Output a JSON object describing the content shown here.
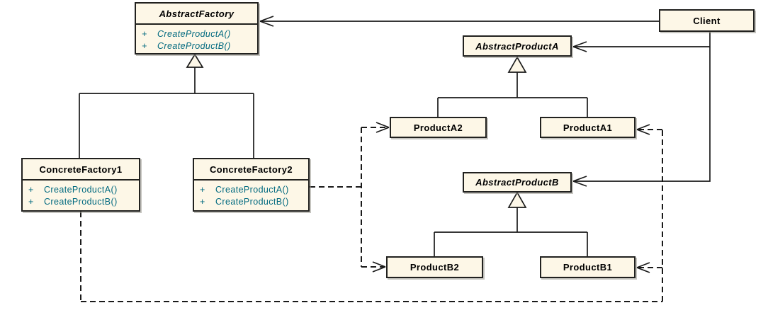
{
  "diagram": {
    "kind": "uml-class-diagram"
  },
  "classes": {
    "abstract_factory": {
      "name": "AbstractFactory",
      "abstract": true,
      "methods": [
        {
          "visibility": "+",
          "signature": "CreateProductA()"
        },
        {
          "visibility": "+",
          "signature": "CreateProductB()"
        }
      ]
    },
    "client": {
      "name": "Client"
    },
    "abstract_product_a": {
      "name": "AbstractProductA",
      "abstract": true
    },
    "product_a2": {
      "name": "ProductA2"
    },
    "product_a1": {
      "name": "ProductA1"
    },
    "abstract_product_b": {
      "name": "AbstractProductB",
      "abstract": true
    },
    "product_b2": {
      "name": "ProductB2"
    },
    "product_b1": {
      "name": "ProductB1"
    },
    "concrete_factory1": {
      "name": "ConcreteFactory1",
      "methods": [
        {
          "visibility": "+",
          "signature": "CreateProductA()"
        },
        {
          "visibility": "+",
          "signature": "CreateProductB()"
        }
      ]
    },
    "concrete_factory2": {
      "name": "ConcreteFactory2",
      "methods": [
        {
          "visibility": "+",
          "signature": "CreateProductA()"
        },
        {
          "visibility": "+",
          "signature": "CreateProductB()"
        }
      ]
    }
  },
  "relationships": [
    {
      "from": "Client",
      "to": "AbstractFactory",
      "type": "association"
    },
    {
      "from": "Client",
      "to": "AbstractProductA",
      "type": "association"
    },
    {
      "from": "Client",
      "to": "AbstractProductB",
      "type": "association"
    },
    {
      "from": "ConcreteFactory1",
      "to": "AbstractFactory",
      "type": "generalization"
    },
    {
      "from": "ConcreteFactory2",
      "to": "AbstractFactory",
      "type": "generalization"
    },
    {
      "from": "ProductA2",
      "to": "AbstractProductA",
      "type": "generalization"
    },
    {
      "from": "ProductA1",
      "to": "AbstractProductA",
      "type": "generalization"
    },
    {
      "from": "ProductB2",
      "to": "AbstractProductB",
      "type": "generalization"
    },
    {
      "from": "ProductB1",
      "to": "AbstractProductB",
      "type": "generalization"
    },
    {
      "from": "ConcreteFactory2",
      "to": "ProductA2",
      "type": "dependency"
    },
    {
      "from": "ConcreteFactory2",
      "to": "ProductB2",
      "type": "dependency"
    },
    {
      "from": "ConcreteFactory1",
      "to": "ProductA1",
      "type": "dependency"
    },
    {
      "from": "ConcreteFactory1",
      "to": "ProductB1",
      "type": "dependency"
    }
  ],
  "colors": {
    "background": "#ffffff",
    "class_fill": "#fdf7e7",
    "class_border": "#21211f",
    "method_text": "#00697f",
    "connector": "#1a1a1a"
  }
}
